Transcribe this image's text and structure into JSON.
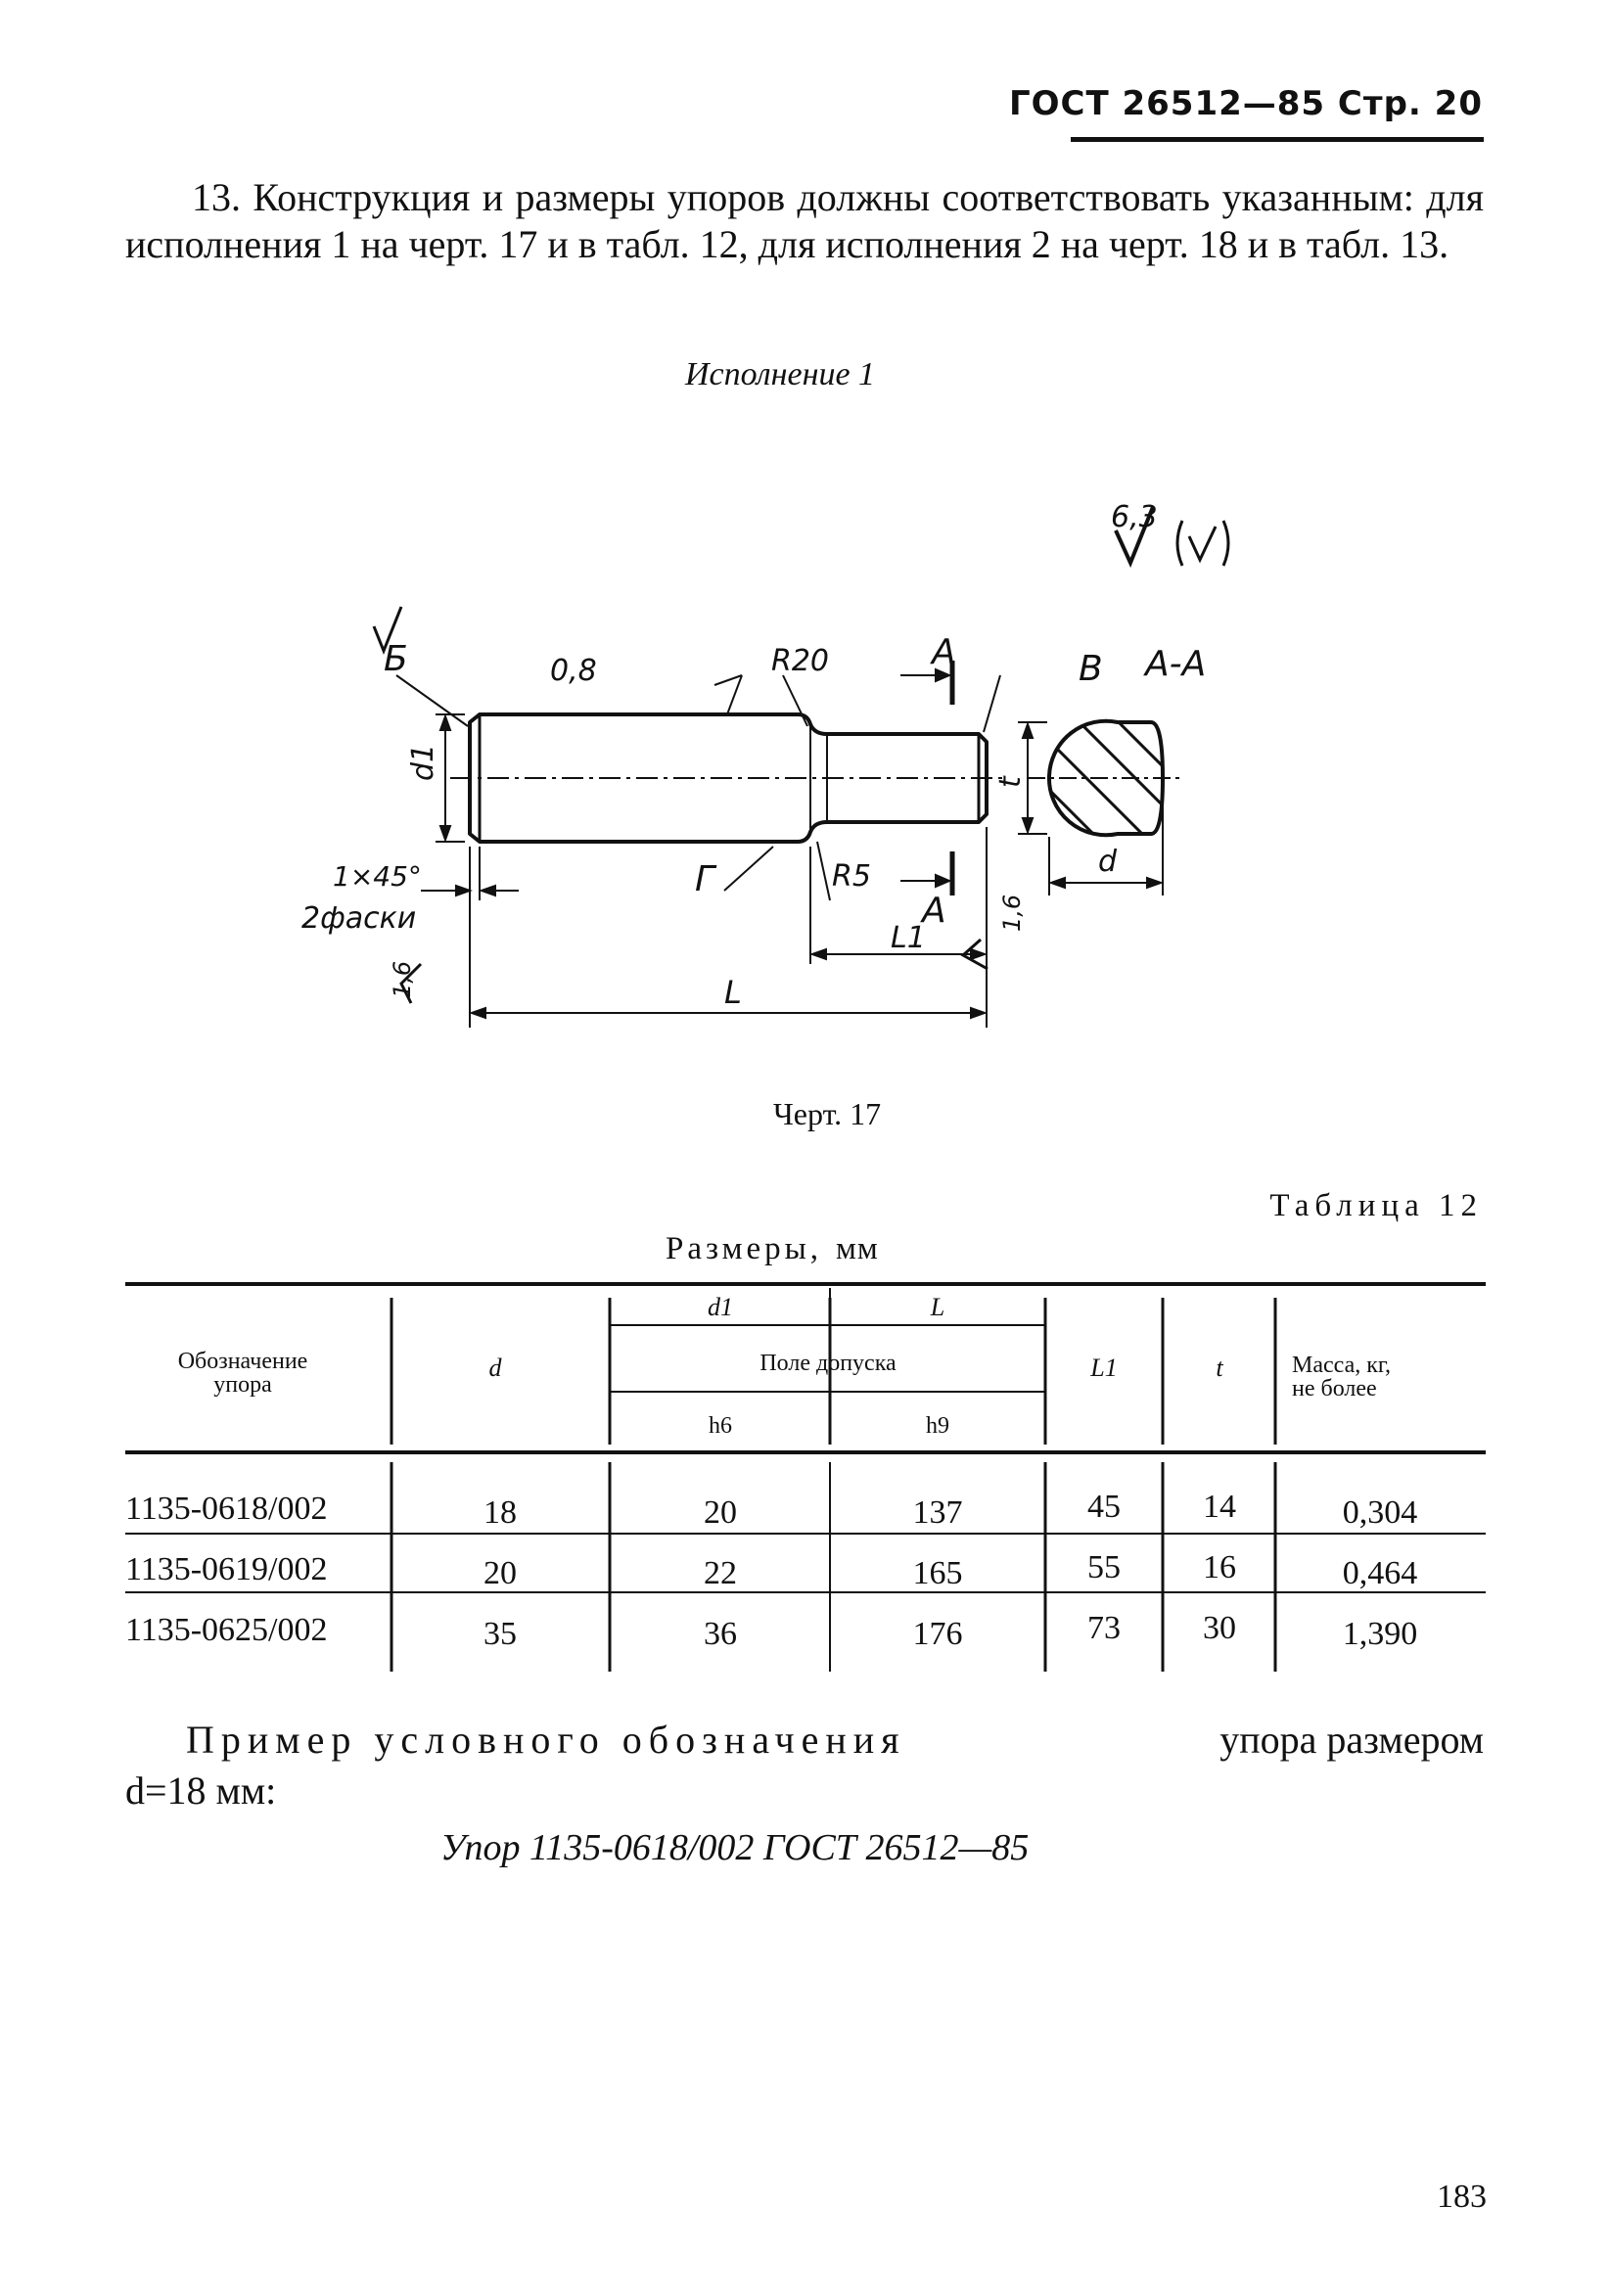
{
  "header": {
    "text": "ГОСТ 26512—85 Стр. 20"
  },
  "intro": {
    "text": "13. Конструкция и размеры упоров должны соответствовать указанным: для исполнения 1 на черт. 17 и в табл. 12, для исполнения 2 на черт. 18 и в табл. 13."
  },
  "variant_title": "Исполнение 1",
  "drawing": {
    "roughness_main": "6,3",
    "roughness_bracket": "(√)",
    "labels": {
      "b_mark": "Б",
      "roughness_08": "0,8",
      "r20": "R20",
      "section_a": "А",
      "v_mark": "В",
      "section_title": "А-А",
      "d1": "d1",
      "t": "t",
      "d": "d",
      "chamfer": "1×45°",
      "chamfer_note": "2фаски",
      "g_mark": "Г",
      "r5": "R5",
      "l1": "L1",
      "l": "L",
      "rough_16": "1,6"
    }
  },
  "figure_caption": "Черт. 17",
  "table_label": "Таблица 12",
  "units_label": "Размеры,",
  "units_mm": "мм",
  "table": {
    "col_designation": "Обозначение упора",
    "col_d": "d",
    "col_d1": "d1",
    "col_L": "L",
    "col_tolerance": "Поле допуска",
    "col_h6": "h6",
    "col_h9": "h9",
    "col_L1": "L1",
    "col_t": "t",
    "col_mass_1": "Масса, кг,",
    "col_mass_2": "не более",
    "rows": [
      {
        "designation": "1135-0618/002",
        "d": "18",
        "d1": "20",
        "L": "137",
        "L1": "45",
        "t": "14",
        "mass": "0,304"
      },
      {
        "designation": "1135-0619/002",
        "d": "20",
        "d1": "22",
        "L": "165",
        "L1": "55",
        "t": "16",
        "mass": "0,464"
      },
      {
        "designation": "1135-0625/002",
        "d": "35",
        "d1": "36",
        "L": "176",
        "L1": "73",
        "t": "30",
        "mass": "1,390"
      }
    ]
  },
  "example": {
    "lead": "Пример условного обозначения",
    "tail": "упора размером",
    "line2": "d=18 мм:",
    "designation": "Упор 1135-0618/002 ГОСТ 26512—85"
  },
  "page_number": "183"
}
